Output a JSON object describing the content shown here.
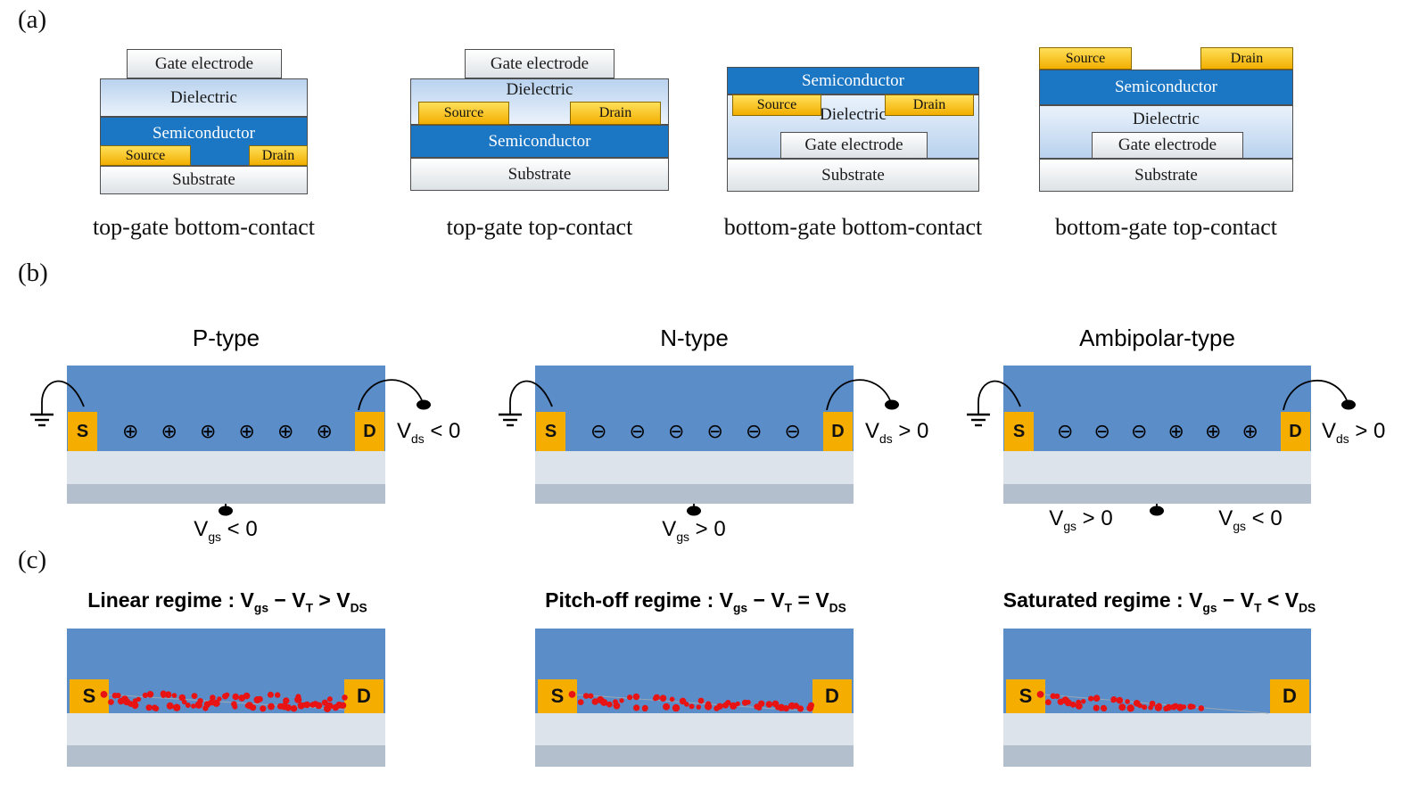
{
  "sections": {
    "a": "(a)",
    "b": "(b)",
    "c": "(c)"
  },
  "devices": [
    {
      "caption": "top-gate bottom-contact",
      "gate": "Gate electrode",
      "dielectric": "Dielectric",
      "semiconductor": "Semiconductor",
      "source": "Source",
      "drain": "Drain",
      "substrate": "Substrate"
    },
    {
      "caption": "top-gate top-contact",
      "gate": "Gate electrode",
      "dielectric": "Dielectric",
      "semiconductor": "Semiconductor",
      "source": "Source",
      "drain": "Drain",
      "substrate": "Substrate"
    },
    {
      "caption": "bottom-gate bottom-contact",
      "gate": "Gate electrode",
      "dielectric": "Dielectric",
      "semiconductor": "Semiconductor",
      "source": "Source",
      "drain": "Drain",
      "substrate": "Substrate"
    },
    {
      "caption": "bottom-gate top-contact",
      "gate": "Gate electrode",
      "dielectric": "Dielectric",
      "semiconductor": "Semiconductor",
      "source": "Source",
      "drain": "Drain",
      "substrate": "Substrate"
    }
  ],
  "transistor_types": [
    {
      "title": "P-type",
      "source": "S",
      "drain": "D",
      "charges": [
        "⊕",
        "⊕",
        "⊕",
        "⊕",
        "⊕",
        "⊕"
      ],
      "vds": {
        "sym": "V",
        "sub": "ds",
        "cond": "< 0"
      },
      "vgs_center": {
        "sym": "V",
        "sub": "gs",
        "cond": "< 0"
      }
    },
    {
      "title": "N-type",
      "source": "S",
      "drain": "D",
      "charges": [
        "⊖",
        "⊖",
        "⊖",
        "⊖",
        "⊖",
        "⊖"
      ],
      "vds": {
        "sym": "V",
        "sub": "ds",
        "cond": "> 0"
      },
      "vgs_center": {
        "sym": "V",
        "sub": "gs",
        "cond": "> 0"
      }
    },
    {
      "title": "Ambipolar-type",
      "source": "S",
      "drain": "D",
      "charges": [
        "⊖",
        "⊖",
        "⊖",
        "⊕",
        "⊕",
        "⊕"
      ],
      "vds": {
        "sym": "V",
        "sub": "ds",
        "cond": "> 0"
      },
      "vgs_left": {
        "sym": "V",
        "sub": "gs",
        "cond": "> 0"
      },
      "vgs_right": {
        "sym": "V",
        "sub": "gs",
        "cond": "< 0"
      }
    }
  ],
  "regimes": [
    {
      "title_prefix": "Linear regime : V",
      "sub_gs": "gs",
      "minus": " − V",
      "sub_t": "T",
      "op": " > V",
      "sub_ds": "DS",
      "source": "S",
      "drain": "D",
      "pattern": "full"
    },
    {
      "title_prefix": "Pitch-off regime : V",
      "sub_gs": "gs",
      "minus": " − V",
      "sub_t": "T",
      "op": " = V",
      "sub_ds": "DS",
      "source": "S",
      "drain": "D",
      "pattern": "taper"
    },
    {
      "title_prefix": "Saturated regime : V",
      "sub_gs": "gs",
      "minus": " − V",
      "sub_t": "T",
      "op": " < V",
      "sub_ds": "DS",
      "source": "S",
      "drain": "D",
      "pattern": "pinch"
    }
  ],
  "colors": {
    "semi_blue": "#1b76c4",
    "body_blue": "#5b8dc9",
    "contact_gold": "#ffd21e",
    "contact_orange": "#f5ae00",
    "charge_red": "#e81313",
    "gray_dielectric": "#dde3ea",
    "gray_gate": "#b3bfcd"
  }
}
